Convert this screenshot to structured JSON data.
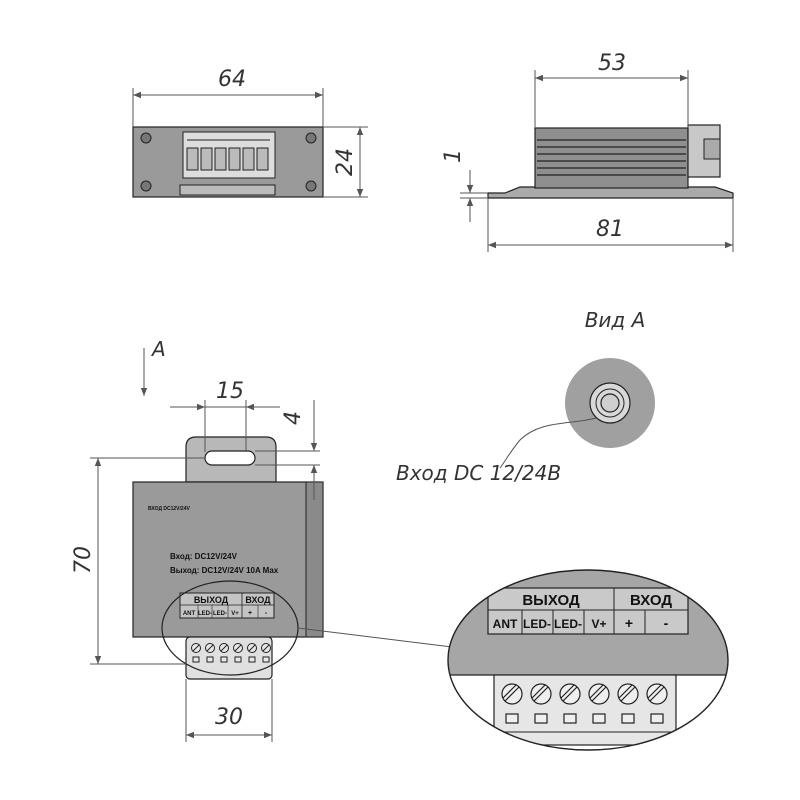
{
  "dimensions": {
    "top_width": "64",
    "top_height": "24",
    "side_width": "53",
    "side_total": "81",
    "side_thickness": "1",
    "front_tab_width": "15",
    "front_hole_offset": "4",
    "front_height": "70",
    "front_terminal_width": "30"
  },
  "labels": {
    "view_arrow": "A",
    "view_a_title": "Вид А",
    "input_label": "Вход DC 12/24B"
  },
  "device_print": {
    "top_strip": "ВХОД DC12V/24V",
    "input_line": "Вход: DC12V/24V",
    "output_line": "Выход: DC12V/24V     10A Max",
    "output_header": "ВЫХОД",
    "input_header": "ВХОД",
    "term_ant": "ANT",
    "term_led1": "LED-",
    "term_led2": "LED-",
    "term_vplus": "V+",
    "term_plus": "+",
    "term_minus": "-"
  },
  "zoom": {
    "output_header": "ВЫХОД",
    "input_header": "ВХОД",
    "term_ant": "ANT",
    "term_led1": "LED-",
    "term_led2": "LED-",
    "term_vplus": "V+",
    "term_plus": "+",
    "term_minus": "-"
  },
  "colors": {
    "body_fill": "#9a9a9a",
    "body_dark": "#6f6f6f",
    "zoom_fill": "#a8a8a8",
    "terminal_fill": "#e8e8e8",
    "outline": "#222222"
  }
}
